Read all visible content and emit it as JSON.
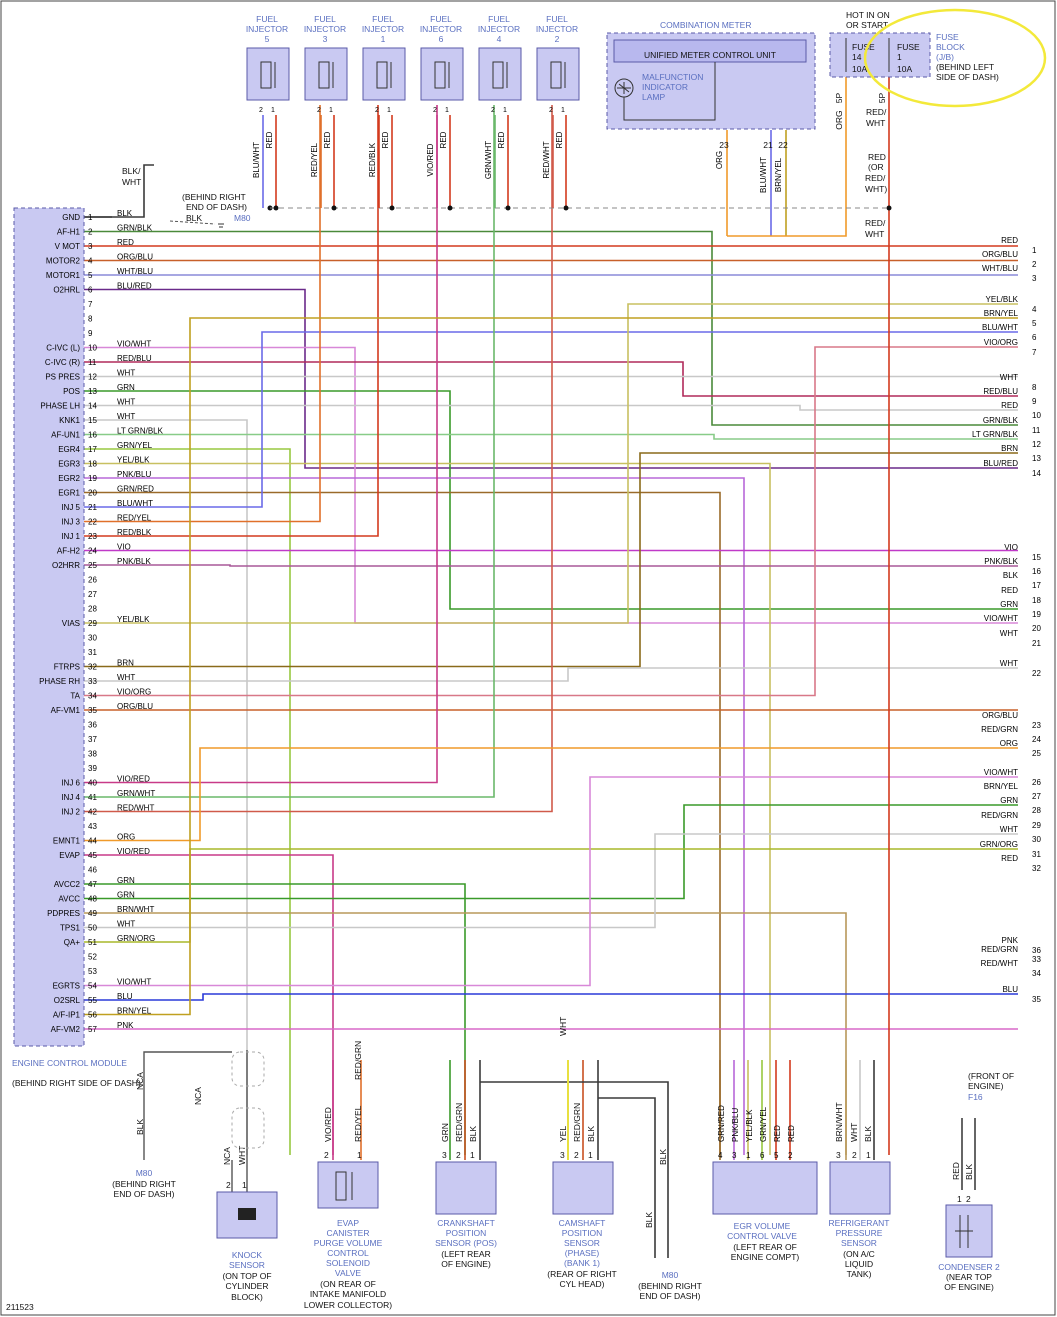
{
  "diagram_id": "211523",
  "colors": {
    "component_fill": "#c9c9f2",
    "component_stroke": "#5a5aa8",
    "blue_text": "#5a6fc0",
    "highlight": "#f3e93a",
    "BLK": "#3a3a3a",
    "WHT": "#c8c8c8",
    "RED": "#d43a1e",
    "BLU": "#2a3ad8",
    "ORG": "#f09a2a",
    "GRN": "#3a9a2a",
    "VIO": "#c03ac8",
    "PNK": "#d868c8",
    "YEL": "#e8e040",
    "BRN": "#8a6a1a",
    "LTGRN": "#88cc88",
    "RED/BLK": "#d43a1e",
    "RED/YEL": "#e0702a",
    "RED/BLU": "#b02a5a",
    "RED/GRN": "#c85020",
    "RED/WHT": "#d05a4a",
    "ORG/BLU": "#c8602a",
    "WHT/BLU": "#8a8ad8",
    "BLU/RED": "#6a2a8a",
    "BLU/WHT": "#6a6ae8",
    "GRN/BLK": "#4a8a3a",
    "GRN/YEL": "#98c840",
    "GRN/RED": "#9a6a2a",
    "GRN/WHT": "#6ab86a",
    "GRN/ORG": "#a8b82a",
    "YEL/BLK": "#c8c060",
    "BRN/YEL": "#c0a020",
    "BRN/WHT": "#b8985a",
    "VIO/WHT": "#d888d8",
    "VIO/RED": "#c83a88",
    "VIO/ORG": "#d87888",
    "PNK/BLU": "#b868d8",
    "PNK/BLK": "#a85898"
  },
  "ecm": {
    "title": "ENGINE CONTROL MODULE",
    "location": "(BEHIND RIGHT SIDE OF DASH)",
    "pins": [
      {
        "n": "1",
        "label": "GND",
        "wire": "BLK"
      },
      {
        "n": "2",
        "label": "AF-H1",
        "wire": "GRN/BLK"
      },
      {
        "n": "3",
        "label": "V MOT",
        "wire": "RED"
      },
      {
        "n": "4",
        "label": "MOTOR2",
        "wire": "ORG/BLU"
      },
      {
        "n": "5",
        "label": "MOTOR1",
        "wire": "WHT/BLU"
      },
      {
        "n": "6",
        "label": "O2HRL",
        "wire": "BLU/RED"
      },
      {
        "n": "7",
        "label": "",
        "wire": ""
      },
      {
        "n": "8",
        "label": "",
        "wire": ""
      },
      {
        "n": "9",
        "label": "",
        "wire": ""
      },
      {
        "n": "10",
        "label": "C-IVC (L)",
        "wire": "VIO/WHT"
      },
      {
        "n": "11",
        "label": "C-IVC (R)",
        "wire": "RED/BLU"
      },
      {
        "n": "12",
        "label": "PS PRES",
        "wire": "WHT"
      },
      {
        "n": "13",
        "label": "POS",
        "wire": "GRN"
      },
      {
        "n": "14",
        "label": "PHASE LH",
        "wire": "WHT"
      },
      {
        "n": "15",
        "label": "KNK1",
        "wire": "WHT"
      },
      {
        "n": "16",
        "label": "AF-UN1",
        "wire": "LT GRN/BLK"
      },
      {
        "n": "17",
        "label": "EGR4",
        "wire": "GRN/YEL"
      },
      {
        "n": "18",
        "label": "EGR3",
        "wire": "YEL/BLK"
      },
      {
        "n": "19",
        "label": "EGR2",
        "wire": "PNK/BLU"
      },
      {
        "n": "20",
        "label": "EGR1",
        "wire": "GRN/RED"
      },
      {
        "n": "21",
        "label": "INJ 5",
        "wire": "BLU/WHT"
      },
      {
        "n": "22",
        "label": "INJ 3",
        "wire": "RED/YEL"
      },
      {
        "n": "23",
        "label": "INJ 1",
        "wire": "RED/BLK"
      },
      {
        "n": "24",
        "label": "AF-H2",
        "wire": "VIO"
      },
      {
        "n": "25",
        "label": "O2HRR",
        "wire": "PNK/BLK"
      },
      {
        "n": "26",
        "label": "",
        "wire": ""
      },
      {
        "n": "27",
        "label": "",
        "wire": ""
      },
      {
        "n": "28",
        "label": "",
        "wire": ""
      },
      {
        "n": "29",
        "label": "VIAS",
        "wire": "YEL/BLK"
      },
      {
        "n": "30",
        "label": "",
        "wire": ""
      },
      {
        "n": "31",
        "label": "",
        "wire": ""
      },
      {
        "n": "32",
        "label": "FTRPS",
        "wire": "BRN"
      },
      {
        "n": "33",
        "label": "PHASE RH",
        "wire": "WHT"
      },
      {
        "n": "34",
        "label": "TA",
        "wire": "VIO/ORG"
      },
      {
        "n": "35",
        "label": "AF-VM1",
        "wire": "ORG/BLU"
      },
      {
        "n": "36",
        "label": "",
        "wire": ""
      },
      {
        "n": "37",
        "label": "",
        "wire": ""
      },
      {
        "n": "38",
        "label": "",
        "wire": ""
      },
      {
        "n": "39",
        "label": "",
        "wire": ""
      },
      {
        "n": "40",
        "label": "INJ 6",
        "wire": "VIO/RED"
      },
      {
        "n": "41",
        "label": "INJ 4",
        "wire": "GRN/WHT"
      },
      {
        "n": "42",
        "label": "INJ 2",
        "wire": "RED/WHT"
      },
      {
        "n": "43",
        "label": "",
        "wire": ""
      },
      {
        "n": "44",
        "label": "EMNT1",
        "wire": "ORG"
      },
      {
        "n": "45",
        "label": "EVAP",
        "wire": "VIO/RED"
      },
      {
        "n": "46",
        "label": "",
        "wire": ""
      },
      {
        "n": "47",
        "label": "AVCC2",
        "wire": "GRN"
      },
      {
        "n": "48",
        "label": "AVCC",
        "wire": "GRN"
      },
      {
        "n": "49",
        "label": "PDPRES",
        "wire": "BRN/WHT"
      },
      {
        "n": "50",
        "label": "TPS1",
        "wire": "WHT"
      },
      {
        "n": "51",
        "label": "QA+",
        "wire": "GRN/ORG"
      },
      {
        "n": "52",
        "label": "",
        "wire": ""
      },
      {
        "n": "53",
        "label": "",
        "wire": ""
      },
      {
        "n": "54",
        "label": "EGRTS",
        "wire": "VIO/WHT"
      },
      {
        "n": "55",
        "label": "O2SRL",
        "wire": "BLU"
      },
      {
        "n": "56",
        "label": "A/F-IP1",
        "wire": "BRN/YEL"
      },
      {
        "n": "57",
        "label": "AF-VM2",
        "wire": "PNK"
      }
    ]
  },
  "right_terminals": [
    {
      "n": "1",
      "wire": "RED"
    },
    {
      "n": "2",
      "wire": "ORG/BLU"
    },
    {
      "n": "3",
      "wire": "WHT/BLU"
    },
    {
      "n": "4",
      "wire": "YEL/BLK"
    },
    {
      "n": "5",
      "wire": "BRN/YEL"
    },
    {
      "n": "6",
      "wire": "BLU/WHT"
    },
    {
      "n": "7",
      "wire": "VIO/ORG"
    },
    {
      "n": "8",
      "wire": "WHT"
    },
    {
      "n": "9",
      "wire": "RED/BLU"
    },
    {
      "n": "10",
      "wire": "RED"
    },
    {
      "n": "11",
      "wire": "GRN/BLK"
    },
    {
      "n": "12",
      "wire": "LT GRN/BLK"
    },
    {
      "n": "13",
      "wire": "BRN"
    },
    {
      "n": "14",
      "wire": "BLU/RED"
    },
    {
      "n": "15",
      "wire": "VIO"
    },
    {
      "n": "16",
      "wire": "PNK/BLK"
    },
    {
      "n": "17",
      "wire": "BLK"
    },
    {
      "n": "18",
      "wire": "RED"
    },
    {
      "n": "19",
      "wire": "GRN"
    },
    {
      "n": "20",
      "wire": "VIO/WHT"
    },
    {
      "n": "21",
      "wire": "WHT"
    },
    {
      "n": "22",
      "wire": "WHT"
    },
    {
      "n": "23",
      "wire": "ORG/BLU"
    },
    {
      "n": "24",
      "wire": "RED/GRN"
    },
    {
      "n": "25",
      "wire": "ORG"
    },
    {
      "n": "26",
      "wire": "VIO/WHT"
    },
    {
      "n": "27",
      "wire": "BRN/YEL"
    },
    {
      "n": "28",
      "wire": "GRN"
    },
    {
      "n": "29",
      "wire": "RED/GRN"
    },
    {
      "n": "30",
      "wire": "WHT"
    },
    {
      "n": "31",
      "wire": "GRN/ORG"
    },
    {
      "n": "32",
      "wire": "RED"
    },
    {
      "n": "33",
      "wire": "RED/GRN"
    },
    {
      "n": "34",
      "wire": "RED/WHT"
    },
    {
      "n": "35",
      "wire": "BLU"
    },
    {
      "n": "36",
      "wire": "PNK"
    }
  ],
  "injectors": [
    {
      "line1": "FUEL",
      "line2": "INJECTOR",
      "num": "5",
      "wires": [
        "BLU/WHT",
        "RED"
      ]
    },
    {
      "line1": "FUEL",
      "line2": "INJECTOR",
      "num": "3",
      "wires": [
        "RED/YEL",
        "RED"
      ]
    },
    {
      "line1": "FUEL",
      "line2": "INJECTOR",
      "num": "1",
      "wires": [
        "RED/BLK",
        "RED"
      ]
    },
    {
      "line1": "FUEL",
      "line2": "INJECTOR",
      "num": "6",
      "wires": [
        "VIO/RED",
        "RED"
      ]
    },
    {
      "line1": "FUEL",
      "line2": "INJECTOR",
      "num": "4",
      "wires": [
        "GRN/WHT",
        "RED"
      ]
    },
    {
      "line1": "FUEL",
      "line2": "INJECTOR",
      "num": "2",
      "wires": [
        "RED/WHT",
        "RED"
      ]
    }
  ],
  "combination_meter": {
    "title": "COMBINATION METER",
    "unit": "UNIFIED METER CONTROL UNIT",
    "lamp": [
      "MALFUNCTION",
      "INDICATOR",
      "LAMP"
    ],
    "pins": [
      "23",
      "21",
      "22"
    ],
    "wires": [
      "ORG",
      "BLU/WHT",
      "BRN/YEL"
    ]
  },
  "fuse_block": {
    "header": [
      "HOT IN ON",
      "OR START"
    ],
    "fuses": [
      {
        "name": "FUSE",
        "num": "14",
        "rating": "10A",
        "pin": "5P",
        "wire": "ORG"
      },
      {
        "name": "FUSE",
        "num": "1",
        "rating": "10A",
        "pin": "5P",
        "wire": "RED/WHT"
      }
    ],
    "label": [
      "FUSE",
      "BLOCK",
      "(J/B)",
      "(BEHIND LEFT",
      "SIDE OF DASH)"
    ]
  },
  "ground_m80_top": {
    "wire": "BLK/WHT",
    "wire2": "BLK",
    "label": [
      "(BEHIND RIGHT",
      "END OF DASH)"
    ],
    "code": "M80"
  },
  "red_or_redwht": [
    "RED",
    "(OR",
    "RED/",
    "WHT)"
  ],
  "bottom": {
    "knock": {
      "wires": [
        "NCA",
        "WHT"
      ],
      "pins": [
        "2",
        "1"
      ],
      "name": [
        "KNOCK",
        "SENSOR"
      ],
      "loc": [
        "(ON TOP OF",
        "CYLINDER",
        "BLOCK)"
      ],
      "nca": [
        "NCA",
        "NCA"
      ],
      "gnd_wire": "BLK",
      "gnd_label": [
        "M80",
        "(BEHIND RIGHT",
        "END OF DASH)"
      ]
    },
    "evap": {
      "wires": [
        "VIO/RED",
        "RED/YEL"
      ],
      "pins": [
        "2",
        "1"
      ],
      "upper_wire": "RED/GRN",
      "name": [
        "EVAP",
        "CANISTER",
        "PURGE VOLUME",
        "CONTROL",
        "SOLENOID",
        "VALVE"
      ],
      "loc": [
        "(ON REAR OF",
        "INTAKE MANIFOLD",
        "LOWER COLLECTOR)"
      ]
    },
    "crank": {
      "wires": [
        "GRN",
        "RED/GRN",
        "BLK"
      ],
      "pins": [
        "3",
        "2",
        "1"
      ],
      "name": [
        "CRANKSHAFT",
        "POSITION",
        "SENSOR (POS)"
      ],
      "loc": [
        "(LEFT REAR",
        "OF ENGINE)"
      ]
    },
    "cam": {
      "wires": [
        "YEL",
        "RED/GRN",
        "BLK"
      ],
      "pins": [
        "3",
        "2",
        "1"
      ],
      "upper_wire": "WHT",
      "name": [
        "CAMSHAFT",
        "POSITION",
        "SENSOR",
        "(PHASE)",
        "(BANK 1)"
      ],
      "loc": [
        "(REAR OF RIGHT",
        "CYL HEAD)"
      ]
    },
    "m80b": {
      "wire": "BLK",
      "label": [
        "M80",
        "(BEHIND RIGHT",
        "END OF DASH)"
      ]
    },
    "egr": {
      "wires": [
        "GRN/RED",
        "PNK/BLU",
        "YEL/BLK",
        "GRN/YEL",
        "RED",
        "RED"
      ],
      "pins": [
        "4",
        "3",
        "1",
        "6",
        "5",
        "2"
      ],
      "name": [
        "EGR VOLUME",
        "CONTROL VALVE"
      ],
      "loc": [
        "(LEFT REAR OF",
        "ENGINE COMPT)"
      ]
    },
    "refrig": {
      "wires": [
        "BRN/WHT",
        "WHT",
        "BLK"
      ],
      "pins": [
        "3",
        "2",
        "1"
      ],
      "name": [
        "REFRIGERANT",
        "PRESSURE",
        "SENSOR"
      ],
      "loc": [
        "(ON A/C",
        "LIQUID",
        "TANK)"
      ]
    },
    "condenser": {
      "wires": [
        "RED",
        "BLK"
      ],
      "pins": [
        "1",
        "2"
      ],
      "name": [
        "CONDENSER 2"
      ],
      "loc": [
        "(NEAR TOP",
        "OF ENGINE)"
      ],
      "front": [
        "(FRONT OF",
        "ENGINE)"
      ],
      "code": "F16"
    }
  }
}
